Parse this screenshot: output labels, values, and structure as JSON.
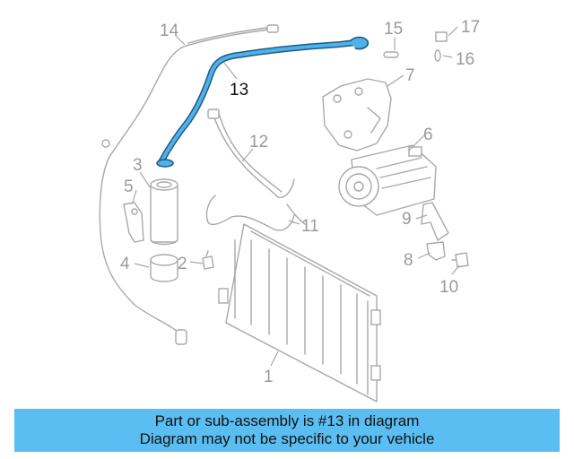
{
  "diagram": {
    "callouts": {
      "n1": "1",
      "n2": "2",
      "n3": "3",
      "n4": "4",
      "n5": "5",
      "n6": "6",
      "n7": "7",
      "n8": "8",
      "n9": "9",
      "n10": "10",
      "n11": "11",
      "n12": "12",
      "n13": "13",
      "n14": "14",
      "n15": "15",
      "n16": "16",
      "n17": "17"
    },
    "highlighted_part": "13",
    "colors": {
      "highlight": "#4fb0ea",
      "highlight_outline": "#1e5a86",
      "parts": "#a8a8a8",
      "caption_bg": "#5bbef2"
    }
  },
  "caption": {
    "line1": "Part or sub-assembly is #13 in diagram",
    "line2": "Diagram may not be specific to your vehicle"
  }
}
